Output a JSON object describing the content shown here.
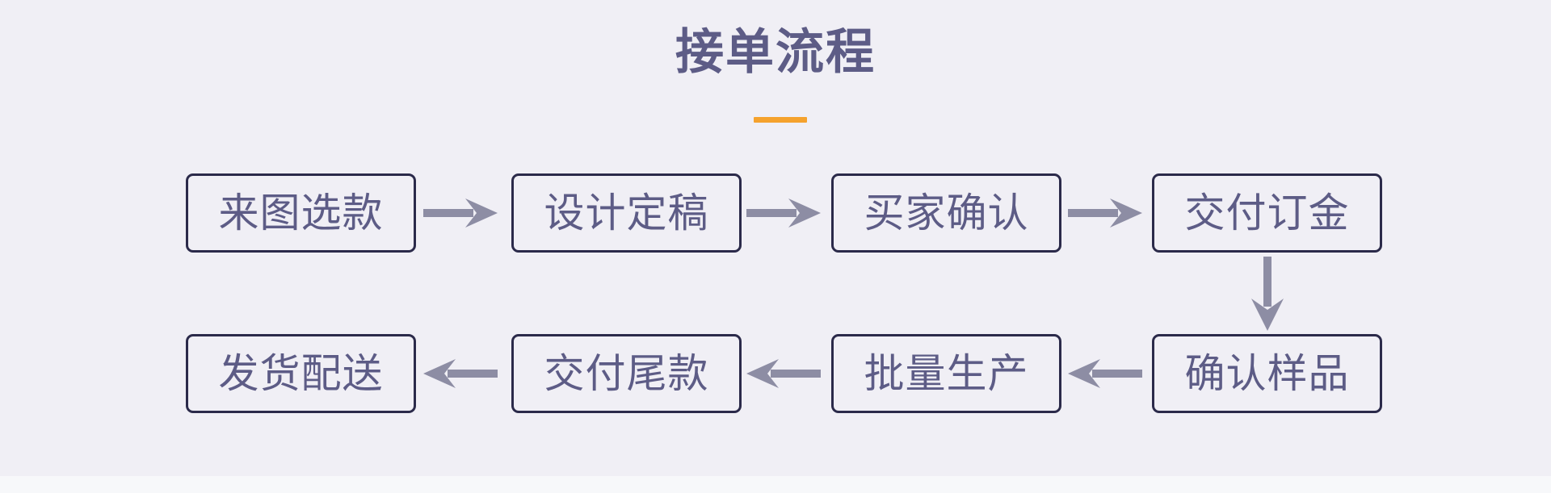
{
  "page": {
    "title": "接单流程",
    "background_color": "#f0eff5",
    "accent_color": "#f5a22d",
    "node_text_color": "#5d5c86",
    "node_border_color": "#2b2a4a",
    "arrow_color": "#8d8da4"
  },
  "flow": {
    "title": "接单流程",
    "rows": [
      {
        "direction": "left-to-right",
        "nodes": [
          {
            "id": "step-1",
            "label": "来图选款"
          },
          {
            "id": "step-2",
            "label": "设计定稿"
          },
          {
            "id": "step-3",
            "label": "买家确认"
          },
          {
            "id": "step-4",
            "label": "交付订金"
          }
        ],
        "connectors": [
          {
            "id": "arrow-1-2",
            "icon": "arrow-right-icon"
          },
          {
            "id": "arrow-2-3",
            "icon": "arrow-right-icon"
          },
          {
            "id": "arrow-3-4",
            "icon": "arrow-right-icon"
          }
        ]
      },
      {
        "direction": "right-to-left",
        "nodes": [
          {
            "id": "step-8",
            "label": "发货配送"
          },
          {
            "id": "step-7",
            "label": "交付尾款"
          },
          {
            "id": "step-6",
            "label": "批量生产"
          },
          {
            "id": "step-5",
            "label": "确认样品"
          }
        ],
        "connectors": [
          {
            "id": "arrow-7-8",
            "icon": "arrow-left-icon"
          },
          {
            "id": "arrow-6-7",
            "icon": "arrow-left-icon"
          },
          {
            "id": "arrow-5-6",
            "icon": "arrow-left-icon"
          }
        ]
      }
    ],
    "row_connector": {
      "id": "arrow-4-5",
      "icon": "arrow-down-icon"
    }
  }
}
